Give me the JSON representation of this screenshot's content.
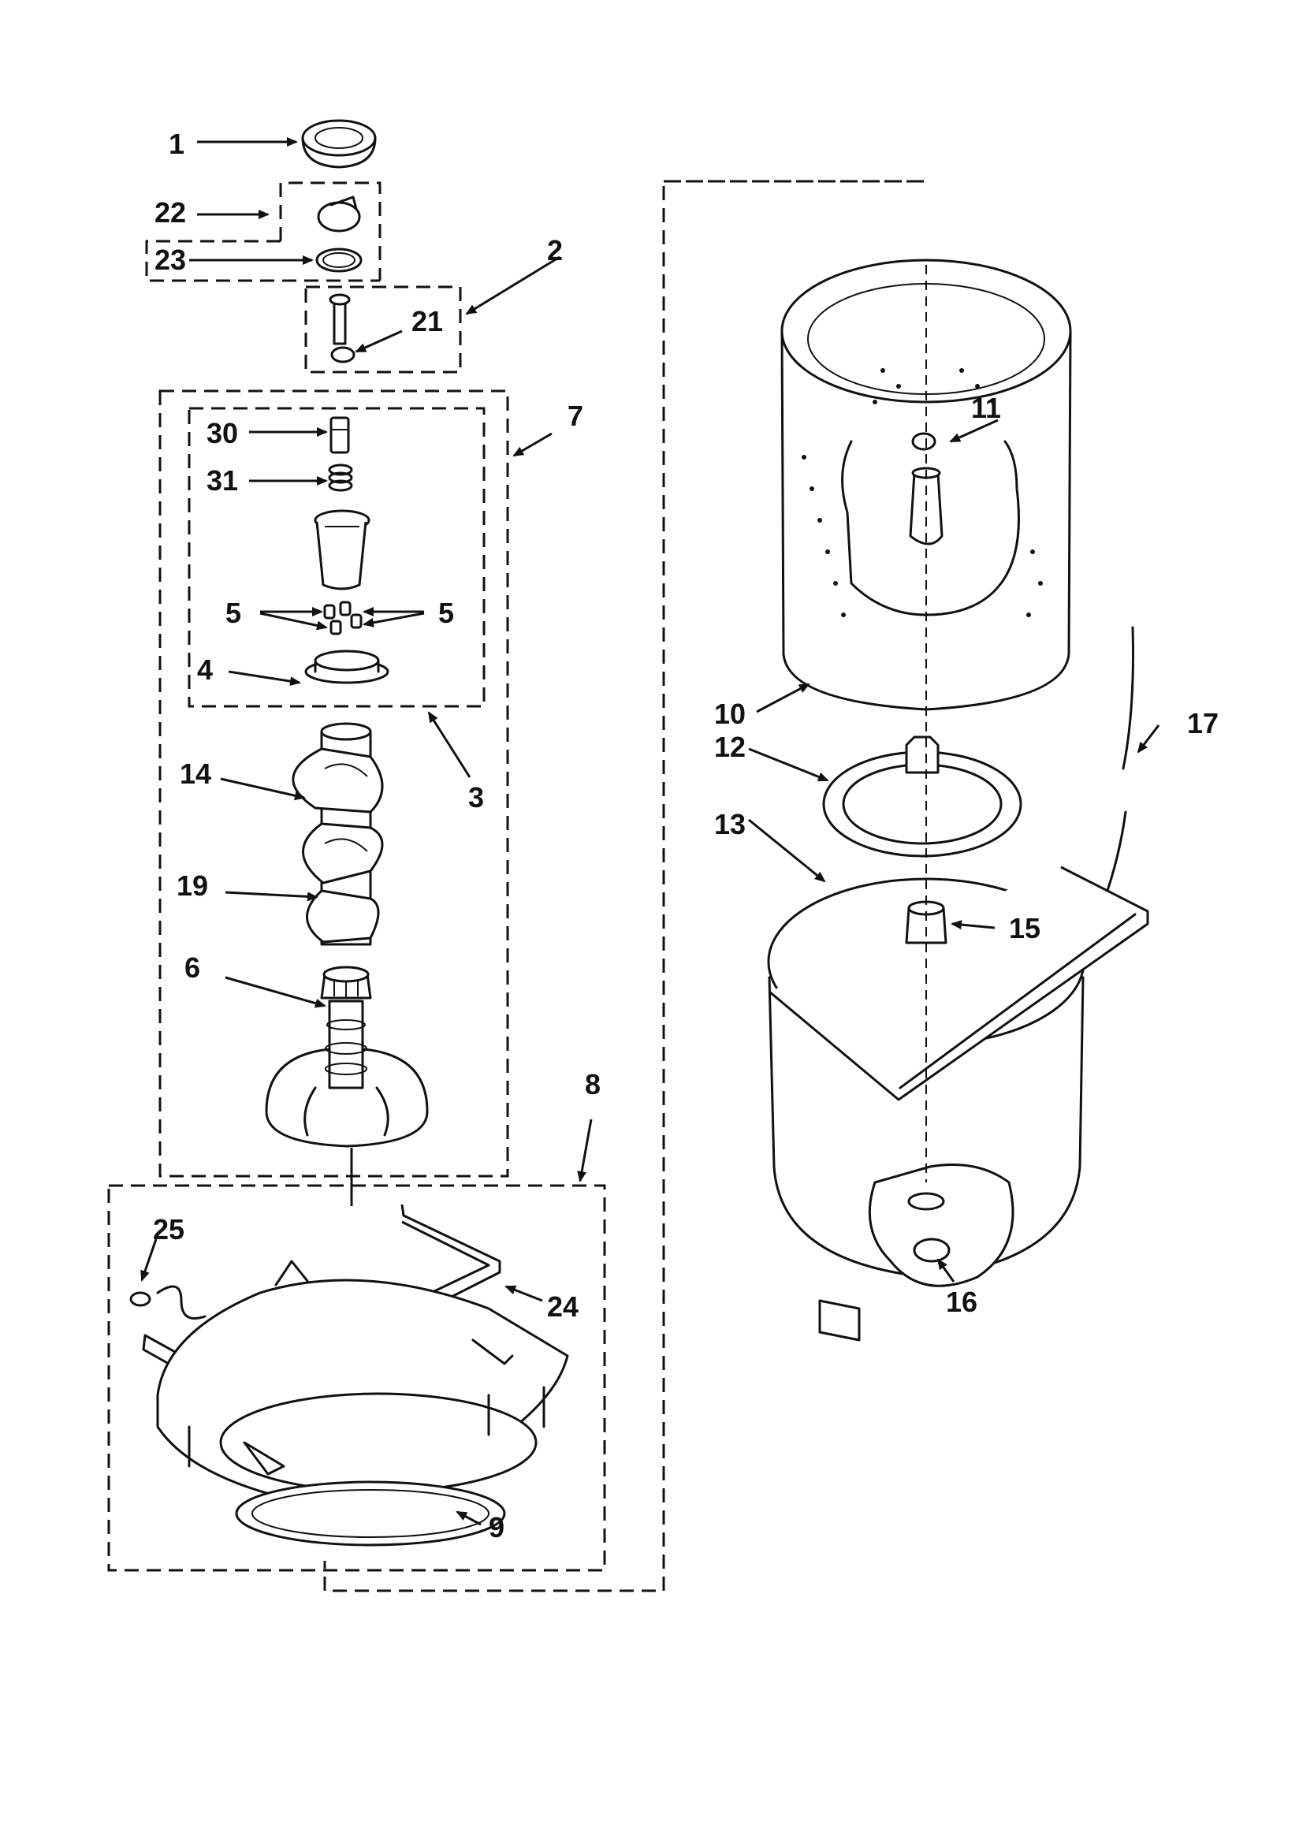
{
  "diagram": {
    "callouts": [
      {
        "id": "1",
        "text": "1"
      },
      {
        "id": "2",
        "text": "2"
      },
      {
        "id": "3",
        "text": "3"
      },
      {
        "id": "4",
        "text": "4"
      },
      {
        "id": "5a",
        "text": "5"
      },
      {
        "id": "5b",
        "text": "5"
      },
      {
        "id": "6",
        "text": "6"
      },
      {
        "id": "7",
        "text": "7"
      },
      {
        "id": "8",
        "text": "8"
      },
      {
        "id": "9",
        "text": "9"
      },
      {
        "id": "10",
        "text": "10"
      },
      {
        "id": "11",
        "text": "11"
      },
      {
        "id": "12",
        "text": "12"
      },
      {
        "id": "13",
        "text": "13"
      },
      {
        "id": "14",
        "text": "14"
      },
      {
        "id": "15",
        "text": "15"
      },
      {
        "id": "16",
        "text": "16"
      },
      {
        "id": "17",
        "text": "17"
      },
      {
        "id": "19",
        "text": "19"
      },
      {
        "id": "21",
        "text": "21"
      },
      {
        "id": "22",
        "text": "22"
      },
      {
        "id": "23",
        "text": "23"
      },
      {
        "id": "24",
        "text": "24"
      },
      {
        "id": "25",
        "text": "25"
      },
      {
        "id": "30",
        "text": "30"
      },
      {
        "id": "31",
        "text": "31"
      }
    ]
  }
}
